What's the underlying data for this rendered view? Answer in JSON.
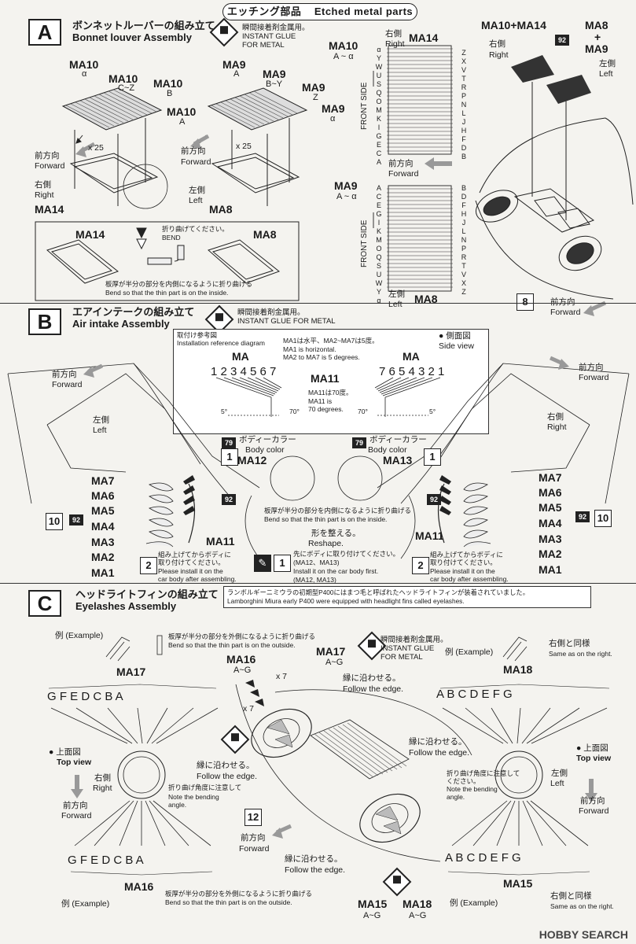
{
  "header": {
    "title_jp": "エッチング部品",
    "title_en": "Etched metal parts"
  },
  "sectionA": {
    "letter": "A",
    "title_jp": "ボンネットルーバーの組み立て",
    "title_en": "Bonnet louver Assembly",
    "glue_jp": "瞬間接着剤金属用。",
    "glue_en1": "INSTANT GLUE",
    "glue_en2": "FOR METAL",
    "left": {
      "ma10a": "MA10",
      "alpha": "α",
      "ma10b": "MA10",
      "cz": "C~Z",
      "ma10c": "MA10",
      "b": "B",
      "ma10d": "MA10",
      "a": "A",
      "x25": "x 25",
      "fwd_jp": "前方向",
      "fwd_en": "Forward",
      "side_jp": "右側",
      "side_en": "Right",
      "ma14": "MA14"
    },
    "mid": {
      "ma9a": "MA9",
      "a": "A",
      "ma9b": "MA9",
      "by": "B~Y",
      "ma9c": "MA9",
      "z": "Z",
      "ma9d": "MA9",
      "alpha": "α",
      "x25": "x 25",
      "fwd_jp": "前方向",
      "fwd_en": "Forward",
      "side_jp": "左側",
      "side_en": "Left",
      "ma8": "MA8"
    },
    "detail": {
      "ma14": "MA14",
      "ma8": "MA8",
      "bend_jp": "折り曲げてください。",
      "bend_en": "BEND",
      "thin_jp": "板厚が半分の部分を内側になるように折り曲げる",
      "thin_en": "Bend so that the thin part is on the inside."
    },
    "sheet": {
      "ma10": "MA10",
      "ma10sub": "A ~ α",
      "right_jp": "右側",
      "right_en": "Right",
      "ma14": "MA14",
      "front_side": "FRONT SIDE",
      "fwd_jp": "前方向",
      "fwd_en": "Forward",
      "ma9": "MA9",
      "ma9sub": "A ~ α",
      "left_jp": "左側",
      "left_en": "Left",
      "ma8": "MA8",
      "top_left": [
        "α",
        "Y",
        "W",
        "U",
        "S",
        "Q",
        "O",
        "M",
        "K",
        "I",
        "G",
        "E",
        "C",
        "A"
      ],
      "top_right": [
        "Z",
        "X",
        "V",
        "T",
        "R",
        "P",
        "N",
        "L",
        "J",
        "H",
        "F",
        "D",
        "B"
      ],
      "bot_left": [
        "A",
        "C",
        "E",
        "G",
        "I",
        "K",
        "M",
        "O",
        "Q",
        "S",
        "U",
        "W",
        "Y",
        "α"
      ],
      "bot_right": [
        "B",
        "D",
        "F",
        "H",
        "J",
        "L",
        "N",
        "P",
        "R",
        "T",
        "V",
        "X",
        "Z"
      ]
    },
    "car": {
      "label1": "MA10+MA14",
      "label2": "MA8",
      "plus": "+",
      "label3": "MA9",
      "right_jp": "右側",
      "right_en": "Right",
      "left_jp": "左側",
      "left_en": "Left",
      "chip": "92",
      "step": "8",
      "fwd_jp": "前方向",
      "fwd_en": "Forward"
    }
  },
  "sectionB": {
    "letter": "B",
    "title_jp": "エアインテークの組み立て",
    "title_en": "Air intake Assembly",
    "glue_jp": "瞬間接着剤金属用。",
    "glue_en": "INSTANT GLUE   FOR METAL",
    "ref_jp": "取付け参考図",
    "ref_en": "Installation reference diagram",
    "ref_note_jp": "MA1は水平、MA2~MA7は5度。",
    "ref_note_en1": "MA1 is horizontal.",
    "ref_note_en2": "MA2 to MA7 is 5 degrees.",
    "side_view_jp": "● 側面図",
    "side_view_en": "Side view",
    "nums_left": "1 2 3 4 5 6 7",
    "ma_left": "MA",
    "nums_right": "7 6 5 4 3 2 1",
    "ma_right": "MA",
    "ma11": "MA11",
    "ma11_note_jp": "MA11は70度。",
    "ma11_note_en1": "MA11 is",
    "ma11_note_en2": "70 degrees.",
    "deg5": "5°",
    "deg70": "70°",
    "fwd_jp": "前方向",
    "fwd_en": "Forward",
    "left_jp": "左側",
    "left_en": "Left",
    "right_jp": "右側",
    "right_en": "Right",
    "color_chip": "79",
    "body_color_jp": "ボディーカラー",
    "body_color_en": "Body color",
    "ma12": "MA12",
    "ma13": "MA13",
    "step1": "1",
    "thin_jp": "板厚が半分の部分を内側になるように折り曲げる",
    "thin_en": "Bend so that the thin part is on the inside.",
    "reshape_jp": "形を整える。",
    "reshape_en": "Reshape.",
    "first_jp": "先にボディに取り付けてください。",
    "first_en": "Install it on the car body first.",
    "first_parts": "(MA12、MA13)",
    "first_parts2": "(MA12, MA13)",
    "step2": "2",
    "after_jp1": "組み上げてからボディに",
    "after_jp2": "取り付けてください。",
    "after_en1": "Please install it on the",
    "after_en2": "car body after assembling.",
    "parts_left": [
      "MA7",
      "MA6",
      "MA5",
      "MA4",
      "MA3",
      "MA2",
      "MA1"
    ],
    "parts_right": [
      "MA7",
      "MA6",
      "MA5",
      "MA4",
      "MA3",
      "MA2",
      "MA1"
    ],
    "chip92": "92",
    "step10": "10"
  },
  "sectionC": {
    "letter": "C",
    "title_jp": "ヘッドライトフィンの組み立て",
    "title_en": "Eyelashes Assembly",
    "note_jp": "ランボルギーニミウラの初期型P400にはまつ毛と呼ばれたヘッドライトフィンが装着されていました。",
    "note_en": "Lamborghini Miura early P400 were equipped with headlight fins called eyelashes.",
    "example": "例 (Example)",
    "thin_out_jp": "板厚が半分の部分を外側になるように折り曲げる",
    "thin_out_en": "Bend so that the thin part is on the outside.",
    "ma16": "MA16",
    "ma16sub": "A~G",
    "ma17": "MA17",
    "ma17sub": "A~G",
    "x7": "x 7",
    "glue_jp": "瞬間接着剤金属用。",
    "glue_en1": "INSTANT GLUE",
    "glue_en2": "FOR METAL",
    "same_jp": "右側と同様",
    "same_en": "Same as on the right.",
    "ma17_title": "MA17",
    "ma17_letters": "G   F   E   D   C   B   A",
    "ma18_title": "MA18",
    "ma18_letters": "A   B   C   D   E   F   G",
    "edge_jp": "縁に沿わせる。",
    "edge_en": "Follow the edge.",
    "top_view_jp": "● 上面図",
    "top_view_en": "Top view",
    "right_jp": "右側",
    "right_en": "Right",
    "left_jp": "左側",
    "left_en": "Left",
    "fwd_jp": "前方向",
    "fwd_en": "Forward",
    "angle_jp": "折り曲げ角度に注意して",
    "angle_jp2": "ください。",
    "angle_en1": "Note the bending",
    "angle_en2": "angle.",
    "step12": "12",
    "bottom_left_letters": "G   F   E   D   C   B   A",
    "bottom_right_letters": "A   B   C   D   E   F   G",
    "ma16_bottom": "MA16",
    "ma15_bottom": "MA15",
    "ma15": "MA15",
    "ma15sub": "A~G",
    "ma18": "MA18",
    "ma18sub": "A~G"
  },
  "watermark": "HOBBY SEARCH"
}
